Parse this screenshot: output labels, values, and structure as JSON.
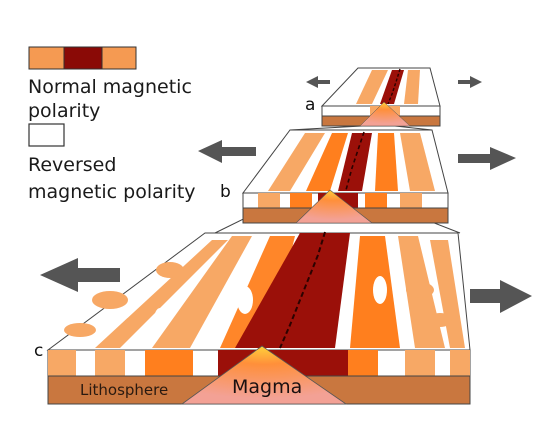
{
  "legend": {
    "normal_label_line1": "Normal magnetic",
    "normal_label_line2": "polarity",
    "reversed_label_line1": "Reversed",
    "reversed_label_line2": "magnetic polarity",
    "normal_swatch_colors": [
      "#f59a52",
      "#8a0a06",
      "#f59a52"
    ],
    "reversed_swatch_color": "#ffffff"
  },
  "stages": [
    {
      "letter": "a"
    },
    {
      "letter": "b"
    },
    {
      "letter": "c"
    }
  ],
  "labels": {
    "lithosphere": "Lithosphere",
    "magma": "Magma"
  },
  "colors": {
    "ridge": "#8b0a07",
    "orange": "#ff7f1e",
    "light_orange": "#f7a865",
    "lithosphere": "#c9773f",
    "magma": "#f29a8e",
    "arrow": "#555555"
  },
  "icons": [
    "arrow-left-icon",
    "arrow-right-icon"
  ]
}
